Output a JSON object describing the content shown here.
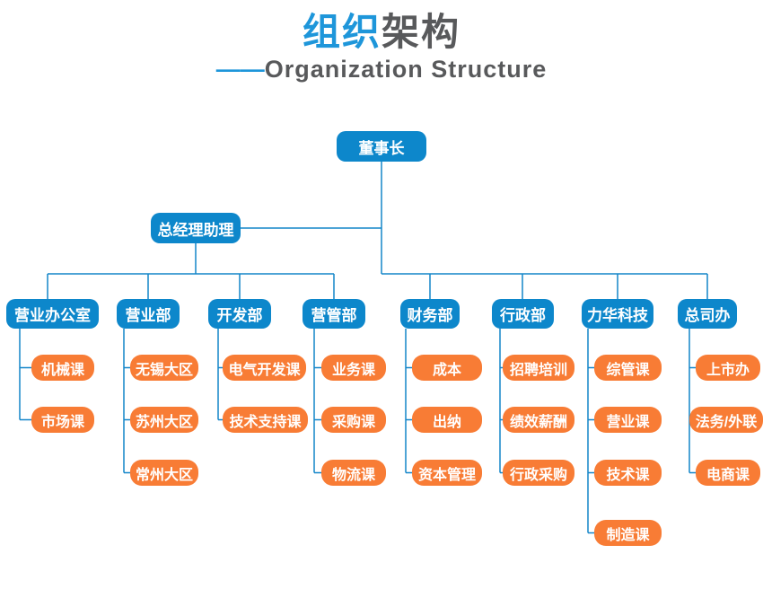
{
  "header": {
    "title_primary": "组织",
    "title_secondary": "架构",
    "subtitle_dash": "——",
    "subtitle_text": "Organization Structure"
  },
  "colors": {
    "title_blue": "#1E96DA",
    "title_gray": "#58595B",
    "node_blue": "#0D87CB",
    "node_orange": "#F87C35",
    "line_blue": "#1486C9"
  },
  "org": {
    "root": {
      "label": "董事长"
    },
    "assistant": {
      "label": "总经理助理"
    },
    "departments": [
      {
        "label": "营业办公室",
        "children": [
          "机械课",
          "市场课"
        ]
      },
      {
        "label": "营业部",
        "children": [
          "无锡大区",
          "苏州大区",
          "常州大区"
        ]
      },
      {
        "label": "开发部",
        "children": [
          "电气开发课",
          "技术支持课"
        ]
      },
      {
        "label": "营管部",
        "children": [
          "业务课",
          "采购课",
          "物流课"
        ]
      },
      {
        "label": "财务部",
        "children": [
          "成本",
          "出纳",
          "资本管理"
        ]
      },
      {
        "label": "行政部",
        "children": [
          "招聘培训",
          "绩效薪酬",
          "行政采购"
        ]
      },
      {
        "label": "力华科技",
        "children": [
          "综管课",
          "营业课",
          "技术课",
          "制造课"
        ]
      },
      {
        "label": "总司办",
        "children": [
          "上市办",
          "法务/外联",
          "电商课"
        ]
      }
    ]
  }
}
